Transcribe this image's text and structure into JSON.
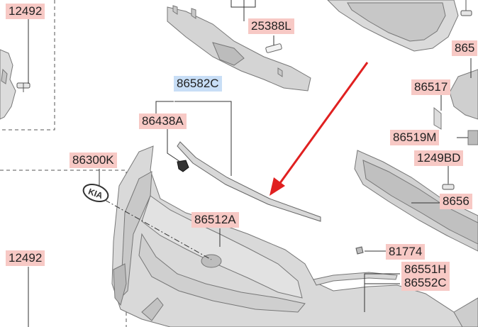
{
  "labels": {
    "l12492_top": "12492",
    "l25388L": "25388L",
    "l865_top": "865",
    "l86582C": "86582C",
    "l86517": "86517",
    "l86438A": "86438A",
    "l86519M": "86519M",
    "l86300K": "86300K",
    "l1249BD": "1249BD",
    "l8656": "8656",
    "l86512A": "86512A",
    "l12492_low": "12492",
    "l81774": "81774",
    "l86551H": "86551H",
    "l86552C": "86552C"
  },
  "badge": {
    "text": "KIA"
  },
  "colors": {
    "label_pink": "#f7c9c5",
    "label_blue": "#c8def6",
    "arrow_red": "#e02020",
    "part_gray": "#d6d6d6",
    "line_dark": "#333333"
  }
}
